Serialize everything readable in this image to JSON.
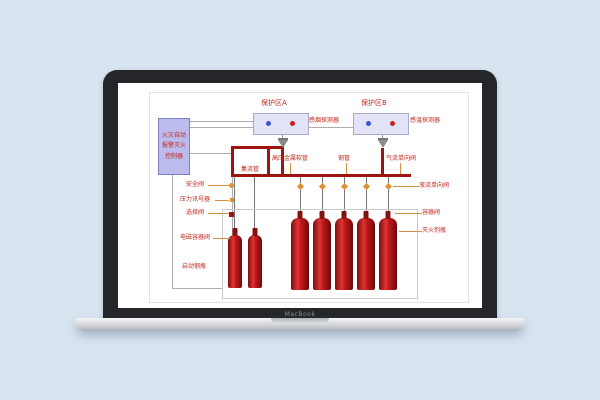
{
  "device": {
    "brand": "MacBook"
  },
  "diagram": {
    "controller": [
      "火灾自动",
      "报警灭火",
      "控制器"
    ],
    "zones": {
      "a": "保护区A",
      "b": "保护区B"
    },
    "detectors": {
      "smoke": "感烟探测器",
      "temp": "感温探测器"
    },
    "labels": {
      "safety_valve": "安全阀",
      "pressure_signal": "压力讯号器",
      "selector_valve": "选择阀",
      "solenoid_container_valve": "电磁容器阀",
      "start_cylinder": "启动钢瓶",
      "manifold": "集流管",
      "hp_metal_hose": "高压金属软管",
      "steel_pipe": "钢管",
      "gas_check_valve": "气流单向阀",
      "liquid_check_valve": "液流单向阀",
      "container_valve": "容器阀",
      "agent_cylinder": "灭火剂瓶"
    },
    "colors": {
      "pipe": "#9e1510",
      "label_text": "#c0271d",
      "smoke_detector_dot": "#3a55c8",
      "temp_detector_dot": "#cc2020",
      "cylinder_body": "#c01818",
      "controller_box": "#bcbcec"
    }
  }
}
